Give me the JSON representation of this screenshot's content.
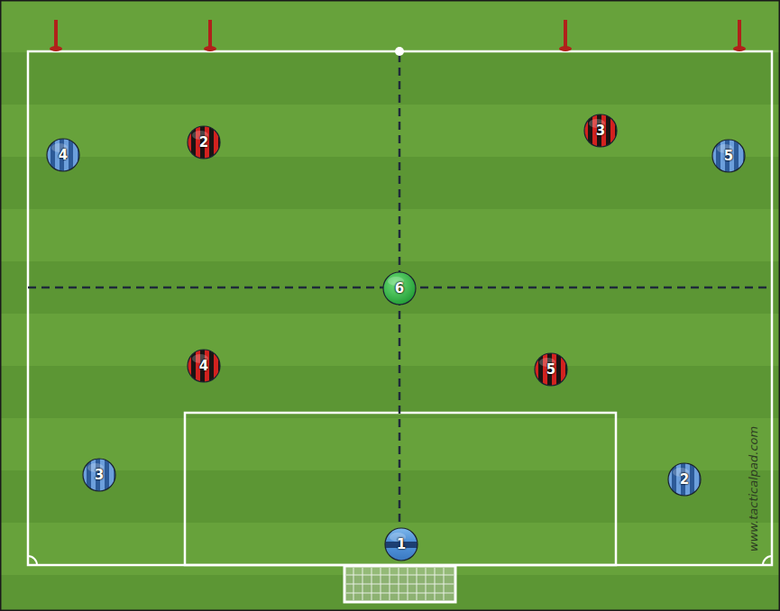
{
  "diagram": {
    "nodes": [
      {
        "text": [
          "4"
        ]
      },
      {
        "text": [
          "2"
        ]
      },
      {
        "text": [
          "3"
        ]
      },
      {
        "text": [
          "5"
        ]
      },
      {
        "text": [
          "6"
        ]
      },
      {
        "text": [
          "4"
        ]
      },
      {
        "text": [
          "5"
        ]
      },
      {
        "text": [
          "3"
        ]
      },
      {
        "text": [
          "2"
        ]
      },
      {
        "text": [
          "1"
        ]
      }
    ],
    "labels": [
      "www.tacticalpad.com"
    ]
  }
}
